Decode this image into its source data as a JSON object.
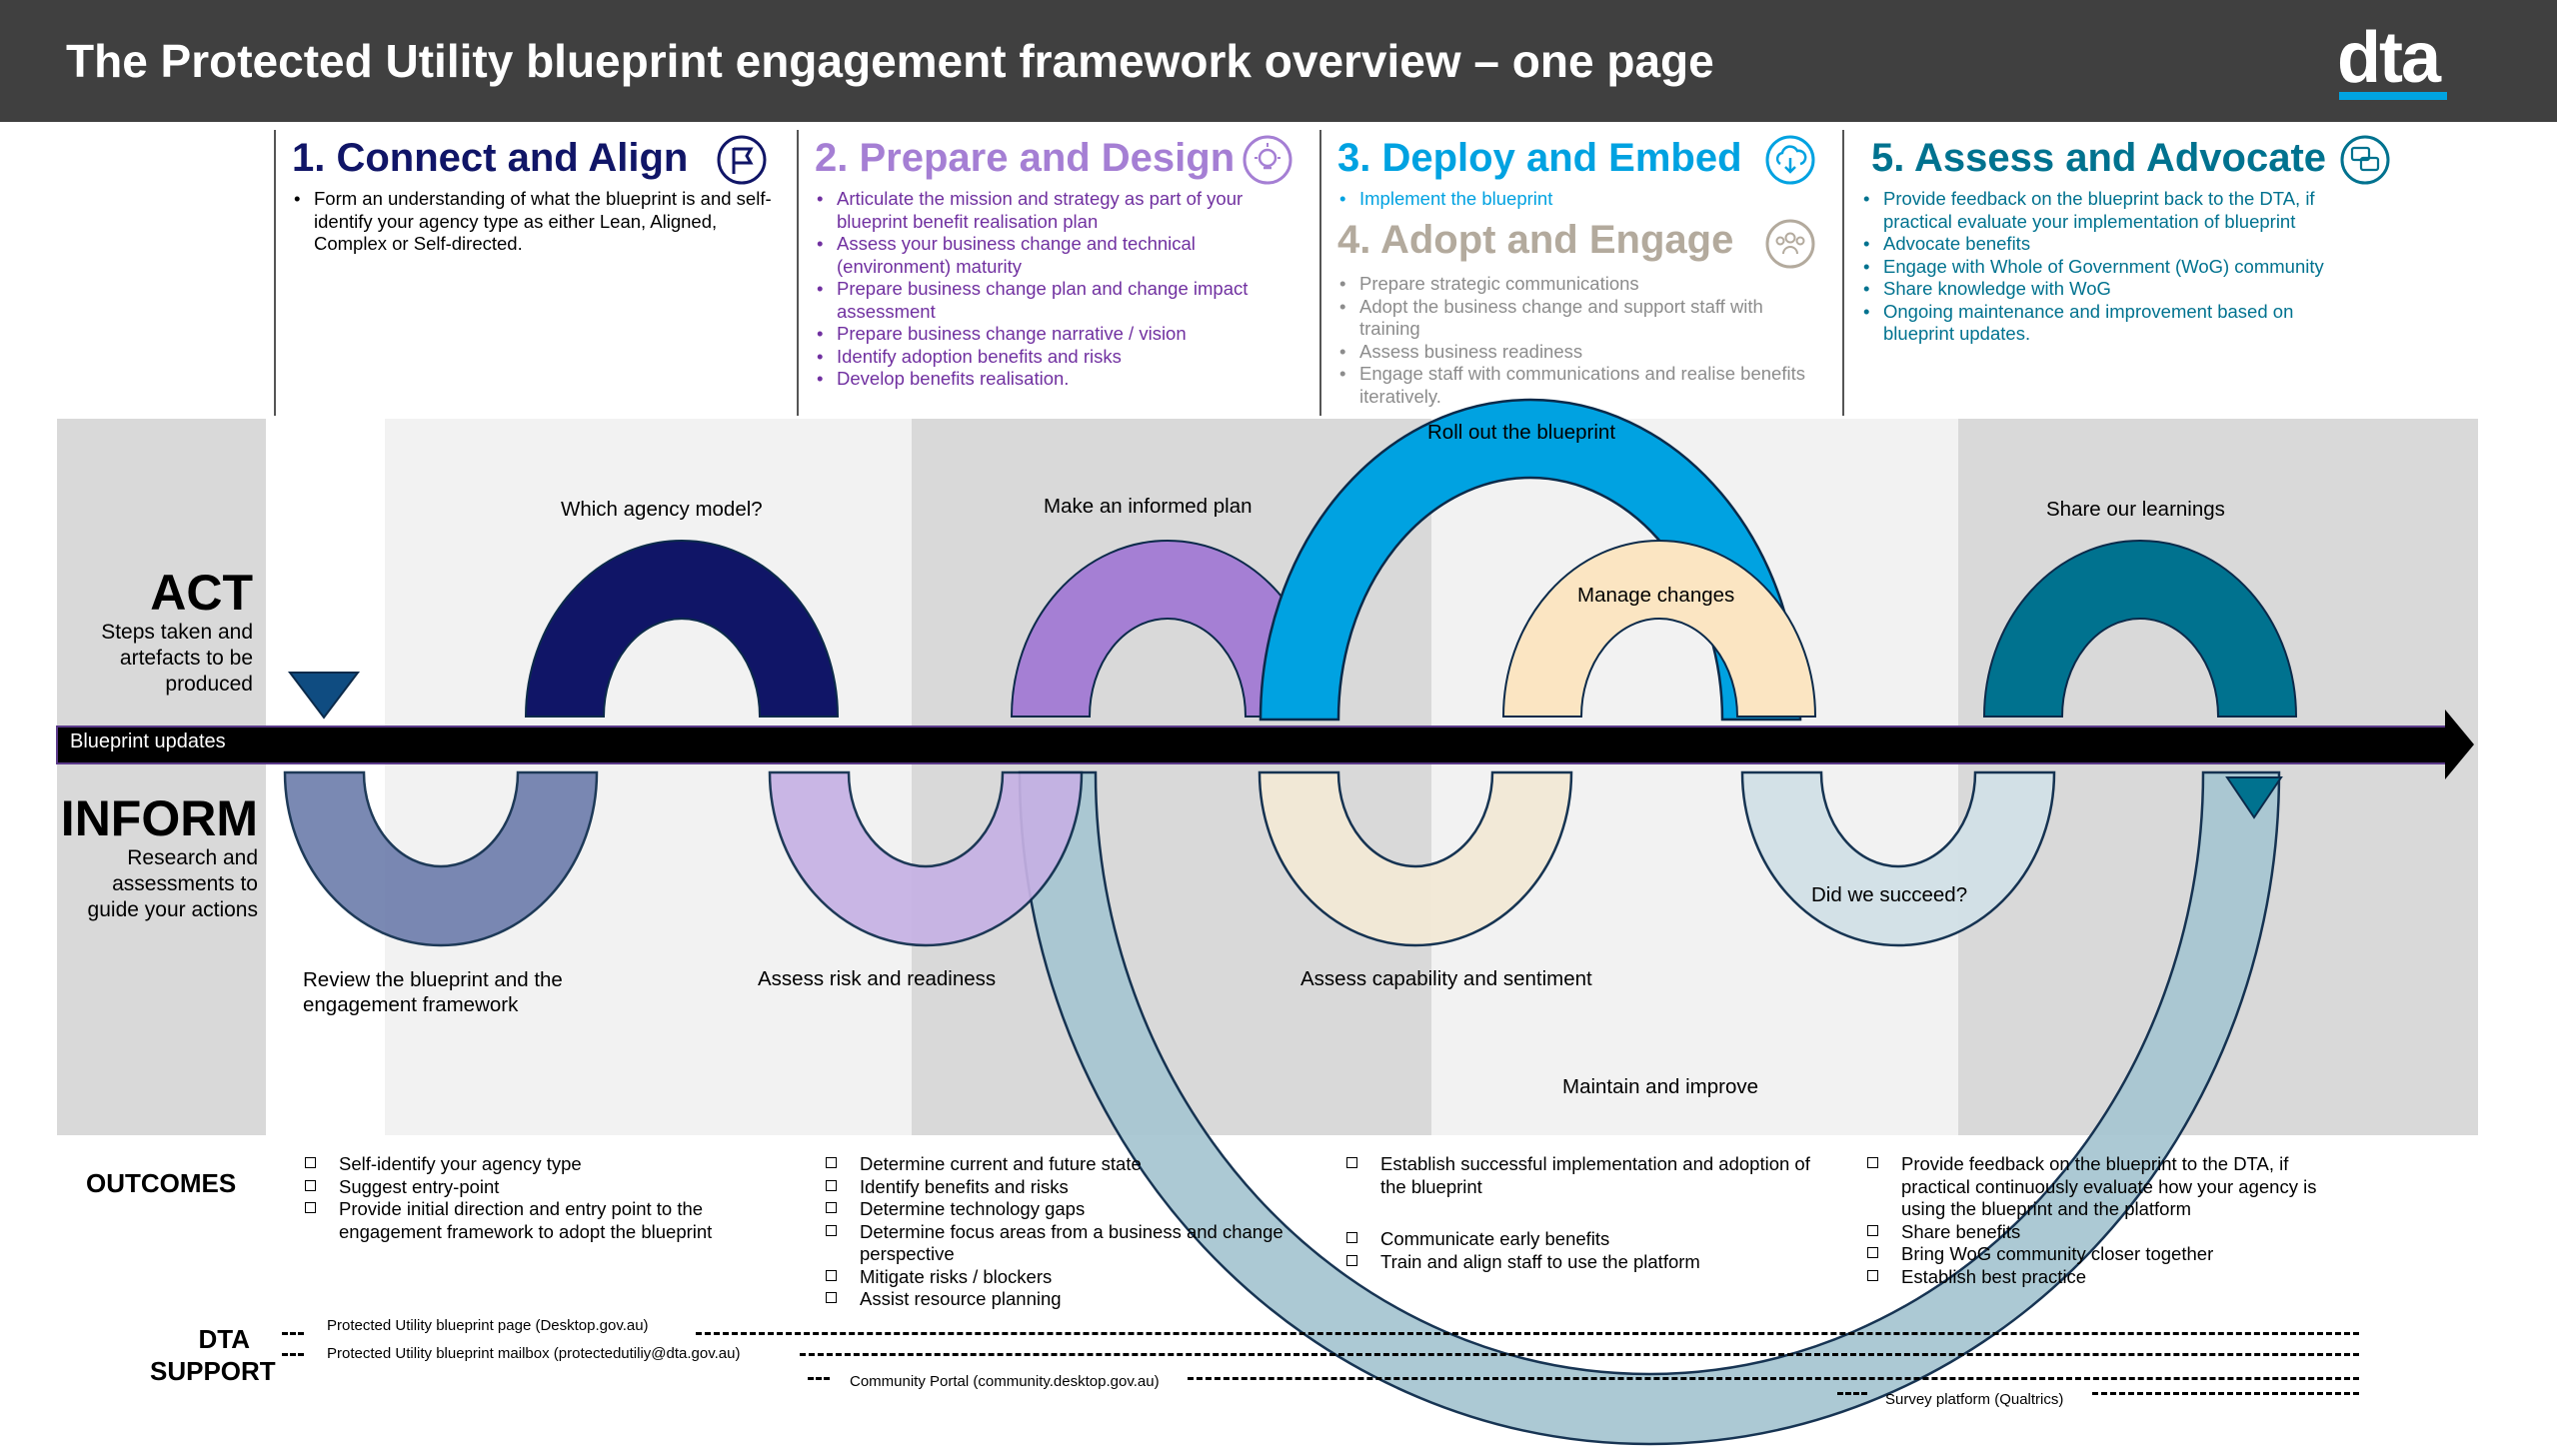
{
  "header": {
    "title": "The Protected Utility blueprint engagement framework overview – one page",
    "logo": "dta"
  },
  "colors": {
    "navy": "#101567",
    "purple": "#a57fd4",
    "blue": "#00a2e1",
    "cream": "#fbe5c2",
    "teal": "#00728f",
    "adopt_grey": "#b3aa9d"
  },
  "phases": [
    {
      "title": "1. Connect and Align",
      "icon": "flag-icon",
      "items": [
        "Form an understanding of what the blueprint is and self-identify your agency type as either Lean, Aligned, Complex or Self-directed."
      ]
    },
    {
      "title": "2. Prepare and Design",
      "icon": "lightbulb-icon",
      "items": [
        "Articulate the mission and strategy as part of your blueprint benefit realisation plan",
        "Assess your business change and technical (environment) maturity",
        "Prepare business change plan and change impact assessment",
        "Prepare business change narrative / vision",
        "Identify adoption benefits and risks",
        "Develop benefits realisation."
      ]
    },
    {
      "title": "3. Deploy and Embed",
      "icon": "cloud-download-icon",
      "items": [
        "Implement the blueprint"
      ]
    },
    {
      "title": "4. Adopt and Engage",
      "icon": "people-icon",
      "items": [
        "Prepare strategic communications",
        "Adopt the business change and support staff with training",
        "Assess business readiness",
        "Engage staff with communications and realise benefits iteratively."
      ]
    },
    {
      "title": "5. Assess and Advocate",
      "icon": "chat-icon",
      "items": [
        "Provide feedback on the blueprint back to the DTA, if practical evaluate your implementation of blueprint",
        "Advocate benefits",
        "Engage with Whole of Government (WoG) community",
        "Share knowledge with WoG",
        "Ongoing maintenance and improvement based on blueprint updates."
      ]
    }
  ],
  "side": {
    "act_title": "ACT",
    "act_desc": "Steps taken and artefacts to be produced",
    "inform_title": "INFORM",
    "inform_desc": "Research and assessments to guide your actions"
  },
  "timeline": {
    "label": "Blueprint updates"
  },
  "act_steps": [
    "Which agency model?",
    "Make an informed plan",
    "Roll out the blueprint",
    "Manage changes",
    "Share our learnings"
  ],
  "inform_steps": [
    "Review the blueprint and the engagement framework",
    "Assess risk and readiness",
    "Assess capability and sentiment",
    "Did we succeed?",
    "Maintain and improve"
  ],
  "outcomes": {
    "label": "OUTCOMES",
    "col1": [
      "Self-identify your agency type",
      "Suggest entry-point",
      "Provide initial direction and entry point to the engagement framework to adopt the blueprint"
    ],
    "col2": [
      "Determine current and future state",
      "Identify benefits and risks",
      "Determine technology gaps",
      "Determine focus areas from a business and change perspective",
      "Mitigate risks / blockers",
      "Assist resource planning"
    ],
    "col3a": [
      "Establish successful implementation and adoption of the blueprint"
    ],
    "col3b": [
      "Communicate early benefits",
      "Train and align staff to use the platform"
    ],
    "col4": [
      "Provide feedback on the blueprint to the DTA, if practical continuously evaluate how your agency is using the blueprint and the platform",
      "Share benefits",
      "Bring WoG community closer together",
      "Establish best practice"
    ]
  },
  "support": {
    "label_line1": "DTA",
    "label_line2": "SUPPORT",
    "items": [
      "Protected Utility blueprint page (Desktop.gov.au)",
      "Protected Utility blueprint mailbox (protectedutiliy@dta.gov.au)",
      "Community Portal (community.desktop.gov.au)",
      "Survey platform (Qualtrics)"
    ]
  }
}
